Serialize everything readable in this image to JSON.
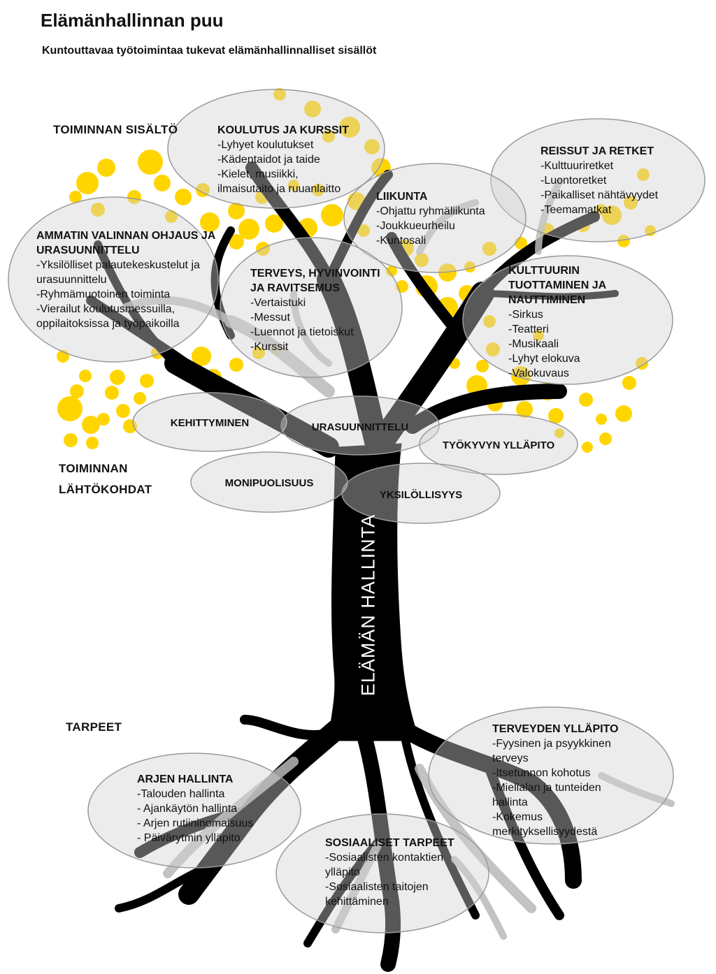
{
  "title": "Elämänhallinnan puu",
  "subtitle": "Kuntouttavaa työtoimintaa tukevat elämänhallinnalliset sisällöt",
  "trunk_label": "ELÄMÄN HALLINTA",
  "sections": {
    "content": "TOIMINNAN SISÄLTÖ",
    "basis": [
      "TOIMINNAN",
      "LÄHTÖKOHDAT"
    ],
    "needs": "TARPEET"
  },
  "content_bubbles": [
    {
      "heading": "KOULUTUS JA KURSSIT",
      "items": [
        "-Lyhyet koulutukset",
        "-Kädentaidot ja taide",
        "-Kielet, musiikki,",
        "ilmaisutaito ja ruuanlaitto"
      ]
    },
    {
      "heading": "REISSUT JA RETKET",
      "items": [
        "-Kulttuuriretket",
        "-Luontoretket",
        "-Paikalliset nähtävyydet",
        "-Teemamatkat"
      ]
    },
    {
      "heading": "LIIKUNTA",
      "items": [
        "-Ohjattu ryhmäliikunta",
        "-Joukkueurheilu",
        "-Kuntosali"
      ]
    },
    {
      "heading": "AMMATIN VALINNAN OHJAUS JA",
      "heading2": "URASUUNNITTELU",
      "items": [
        "-Yksilölliset palautekeskustelut ja",
        "urasuunnittelu",
        "-Ryhmämuotoinen toiminta",
        "-Vierailut koulutusmessuilla,",
        "oppilaitoksissa ja työpaikoilla"
      ]
    },
    {
      "heading": "TERVEYS, HYVINVOINTI",
      "heading2": "JA RAVITSEMUS",
      "items": [
        "-Vertaistuki",
        "-Messut",
        "-Luennot ja tietoiskut",
        "-Kurssit"
      ]
    },
    {
      "heading": "KULTTUURIN",
      "heading2": "TUOTTAMINEN JA",
      "heading3": "NAUTTIMINEN",
      "items": [
        "-Sirkus",
        "-Teatteri",
        "-Musikaali",
        "-Lyhyt elokuva",
        "-Valokuvaus"
      ]
    }
  ],
  "basis_items": [
    "KEHITTYMINEN",
    "URASUUNNITTELU",
    "TYÖKYVYN YLLÄPITO",
    "MONIPUOLISUUS",
    "YKSILÖLLISYYS"
  ],
  "need_bubbles": [
    {
      "heading": "ARJEN HALLINTA",
      "items": [
        "-Talouden hallinta",
        "- Ajankäytön hallinta",
        "- Arjen rutiininomaisuus",
        "- Päivärytmin ylläpito"
      ]
    },
    {
      "heading": "TERVEYDEN YLLÄPITO",
      "items": [
        "-Fyysinen ja psyykkinen",
        "terveys",
        "-Itsetunnon kohotus",
        "-Mielialan ja tunteiden",
        "hallinta",
        "-Kokemus",
        "merkityksellisyydestä"
      ]
    },
    {
      "heading": "SOSIAALISET TARPEET",
      "items": [
        "-Sosiaalisten kontaktien",
        "ylläpito",
        "-Sosiaalisten taitojen",
        "kehittäminen"
      ]
    }
  ],
  "colors": {
    "leaf": "#FFD500",
    "trunk": "#000000",
    "bubble_fill": "rgba(210,210,210,0.45)",
    "bubble_stroke": "#9a9a9a",
    "branch_highlight": "#b9b9b9"
  }
}
